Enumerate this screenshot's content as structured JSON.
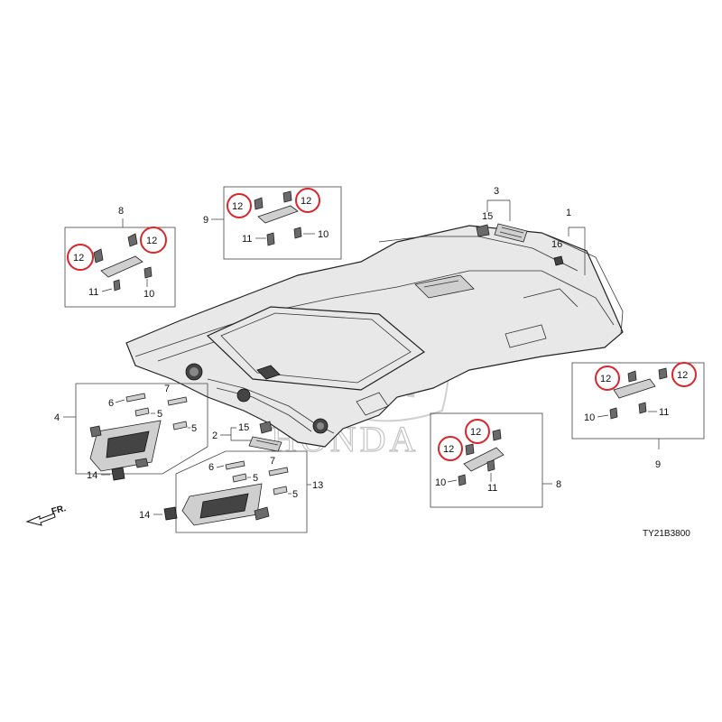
{
  "diagram_code": "TY21B3800",
  "direction_label": "FR.",
  "watermark": "HONDA",
  "callouts": {
    "n1": "1",
    "n2": "2",
    "n3": "3",
    "n4": "4",
    "n5": "5",
    "n6": "6",
    "n7": "7",
    "n8": "8",
    "n9": "9",
    "n10": "10",
    "n11": "11",
    "n12": "12",
    "n13": "13",
    "n14": "14",
    "n15": "15",
    "n16": "16"
  },
  "colors": {
    "highlight_ring": "#d9262a",
    "line": "#222222",
    "watermark": "#c4c4c4"
  }
}
